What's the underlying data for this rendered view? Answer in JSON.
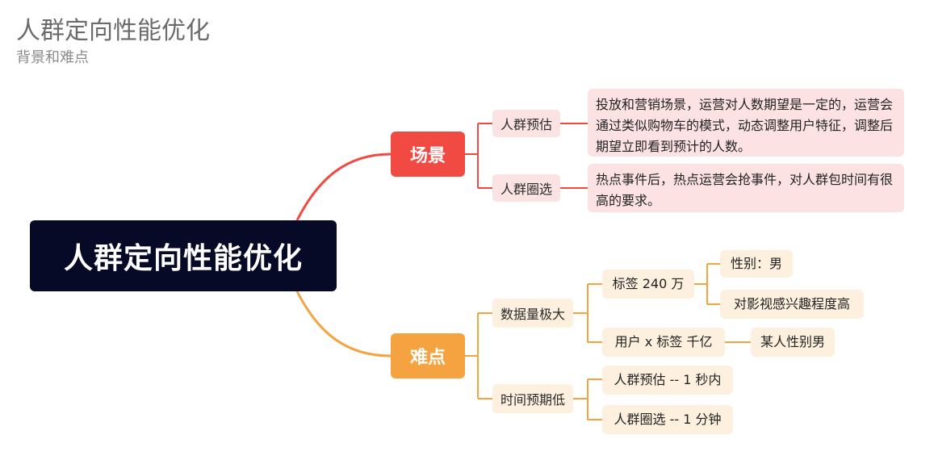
{
  "title": "人群定向性能优化",
  "subtitle": "背景和难点",
  "colors": {
    "root_bg": "#070a27",
    "branch_red": "#f14a43",
    "branch_orange": "#f5a341",
    "leaf_red_bg": "#fde2e3",
    "leaf_orange_bg": "#fdf0de"
  },
  "mindmap": {
    "root": "人群定向性能优化",
    "scene": {
      "label": "场景",
      "estimate": {
        "label": "人群预估",
        "detail": "投放和营销场景，运营对人数期望是一定的，运营会通过类似购物车的模式，动态调整用户特征，调整后期望立即看到预计的人数。"
      },
      "select": {
        "label": "人群圈选",
        "detail": "热点事件后，热点运营会抢事件，对人群包时间有很高的要求。"
      }
    },
    "difficulty": {
      "label": "难点",
      "data_volume": {
        "label": "数据量极大",
        "tags": {
          "label": "标签 240 万",
          "examples": [
            "性别：男",
            "对影视感兴趣程度高"
          ]
        },
        "user_tags": {
          "label": "用户 x 标签 千亿",
          "example": "某人性别男"
        }
      },
      "latency": {
        "label": "时间预期低",
        "items": [
          "人群预估 -- 1 秒内",
          "人群圈选 -- 1 分钟"
        ]
      }
    }
  }
}
